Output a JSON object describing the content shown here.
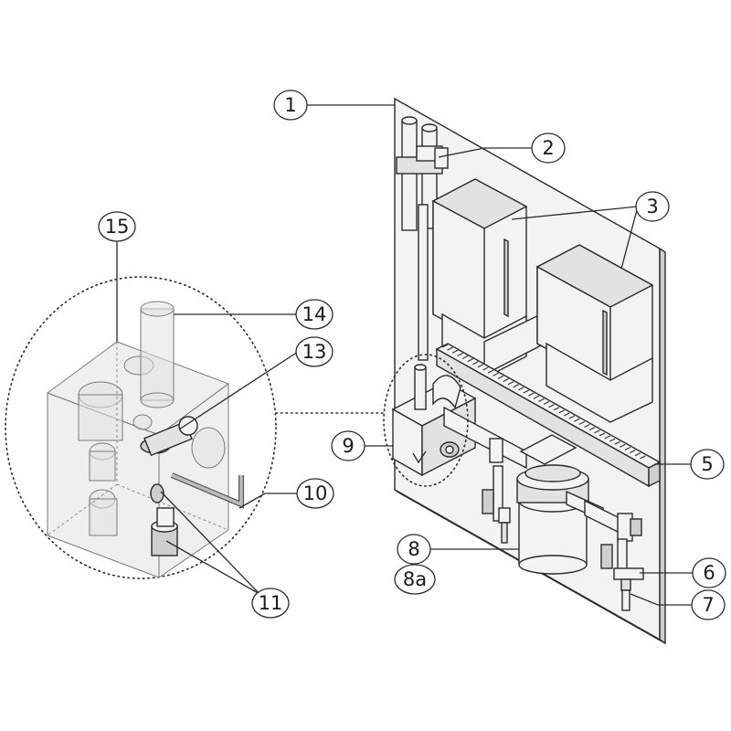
{
  "callouts": [
    {
      "id": "c1",
      "label": "1"
    },
    {
      "id": "c2",
      "label": "2"
    },
    {
      "id": "c3",
      "label": "3"
    },
    {
      "id": "c5",
      "label": "5"
    },
    {
      "id": "c6",
      "label": "6"
    },
    {
      "id": "c7",
      "label": "7"
    },
    {
      "id": "c8",
      "label": "8"
    },
    {
      "id": "c8a",
      "label": "8a"
    },
    {
      "id": "c9",
      "label": "9"
    },
    {
      "id": "c10",
      "label": "10"
    },
    {
      "id": "c11",
      "label": "11"
    },
    {
      "id": "c13",
      "label": "13"
    },
    {
      "id": "c14",
      "label": "14"
    },
    {
      "id": "c15",
      "label": "15"
    }
  ]
}
